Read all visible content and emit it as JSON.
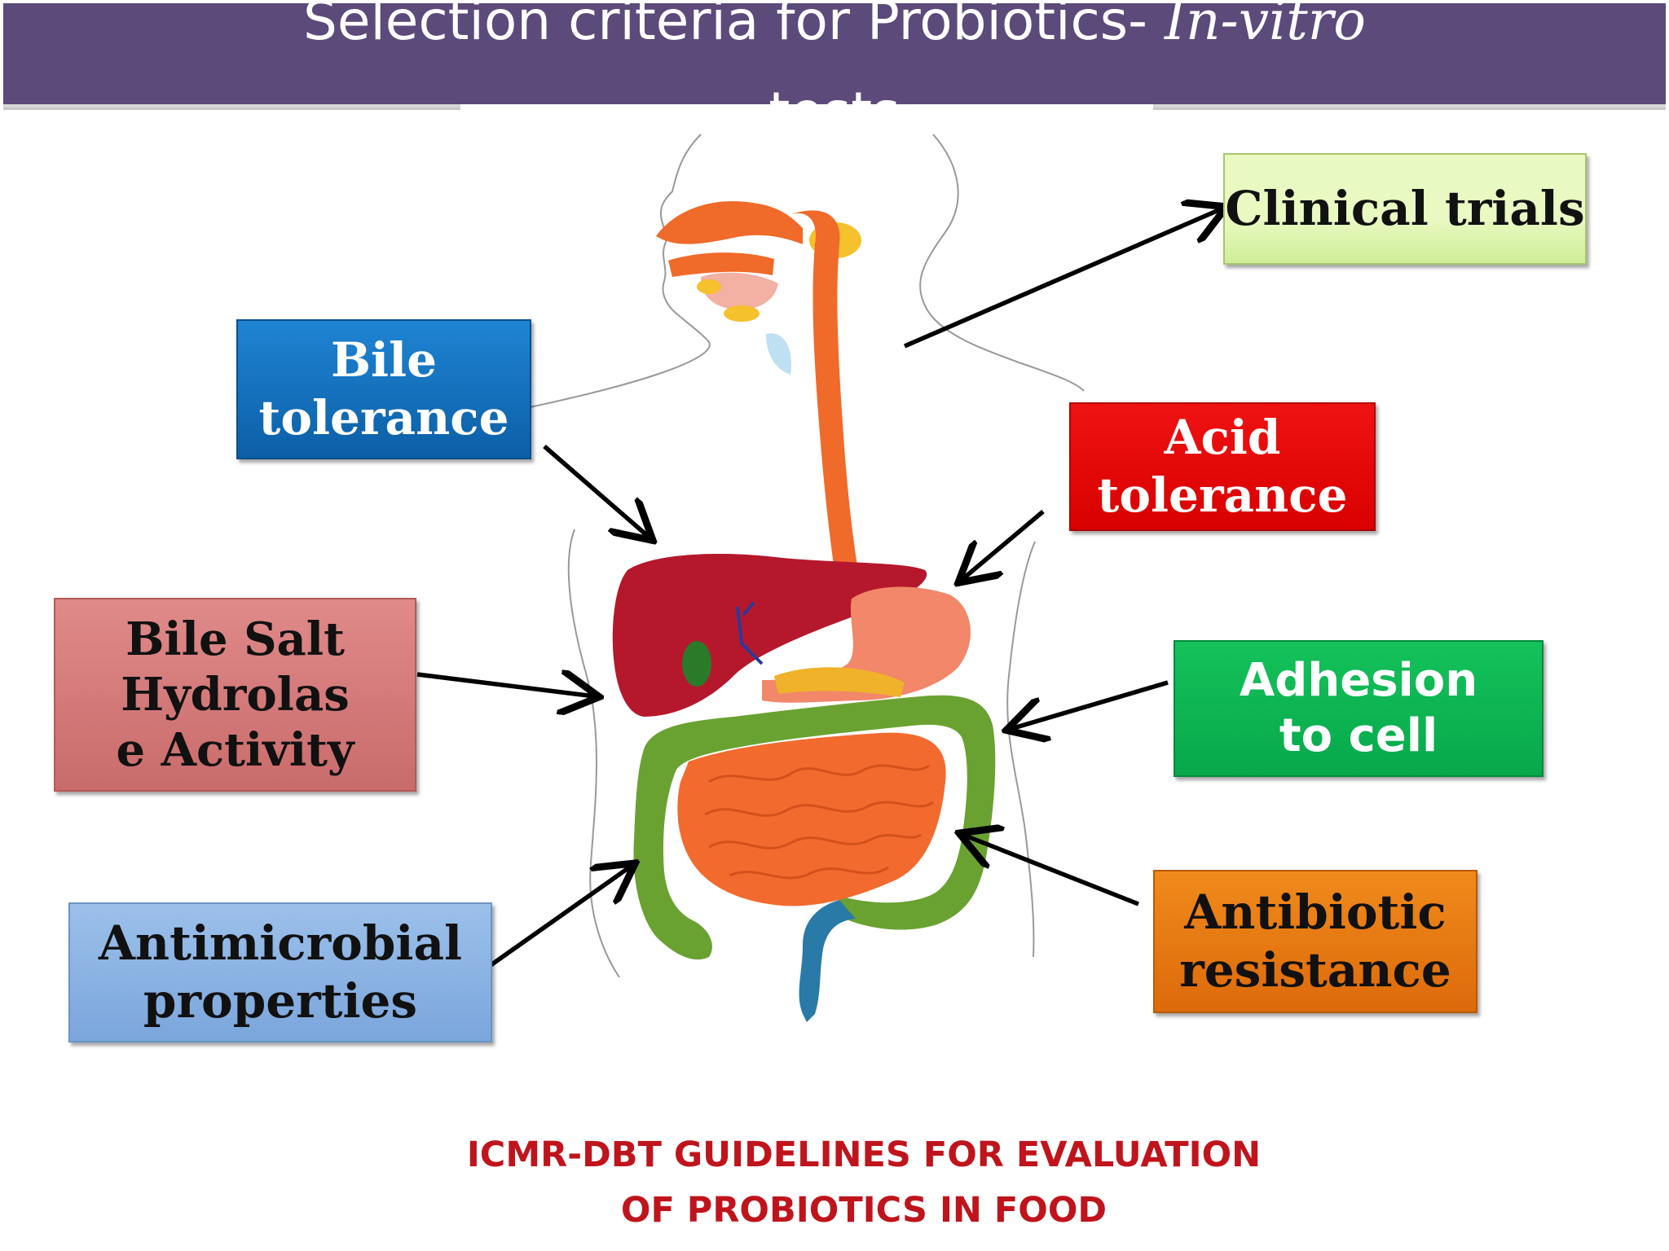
{
  "title": {
    "main": "Selection criteria  for Probiotics- ",
    "italic": "In-vitro",
    "second_line": "tests"
  },
  "boxes": {
    "bile_tolerance": "Bile\ntolerance",
    "bile_salt_hydrolase": "Bile Salt\nHydrolas\ne  Activity",
    "antimicrobial": "Antimicrobial\nproperties",
    "clinical_trials": "Clinical trials",
    "acid_tolerance": "Acid\ntolerance",
    "adhesion": "Adhesion\nto  cell",
    "antibiotic": "Antibiotic\nresistance"
  },
  "footer": {
    "line1": "ICMR-DBT GUIDELINES FOR EVALUATION",
    "line2": "OF PROBIOTICS IN FOOD"
  },
  "colors": {
    "title_bar": "#5c4a7a",
    "bile_tolerance": "#1274c4",
    "bile_salt_hydrolase": "#d47a7a",
    "antimicrobial": "#8db3e2",
    "clinical_trials": "#e3f7bb",
    "acid_tolerance": "#e80808",
    "adhesion": "#0eb652",
    "antibiotic": "#e57a14",
    "footer_text": "#c0141c"
  }
}
